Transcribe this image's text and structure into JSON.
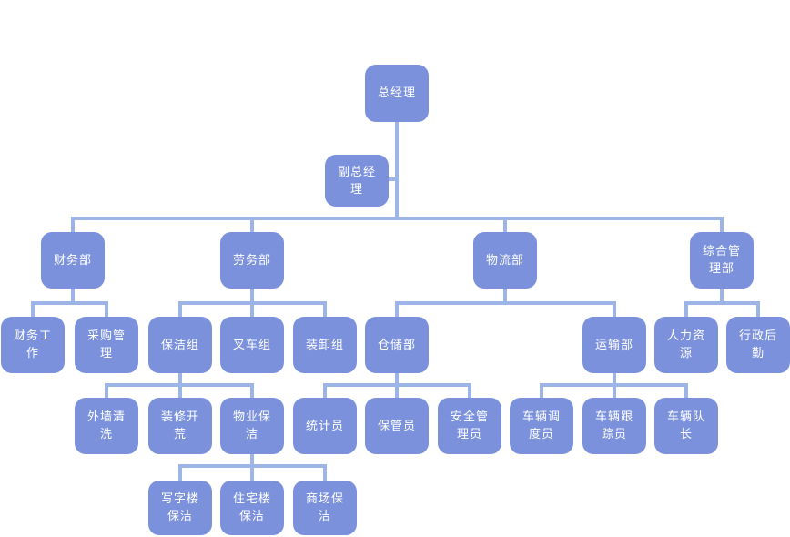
{
  "diagram": {
    "type": "org-chart",
    "colors": {
      "node_fill": "#7b91dc",
      "node_text": "#ffffff",
      "connector": "#9db5e6",
      "background": "#ffffff"
    },
    "nodes": {
      "gm": {
        "label": "总经理",
        "reports_to": null
      },
      "deputy_gm": {
        "label": "副总经\n理",
        "reports_to": "总经理"
      },
      "finance": {
        "label": "财务部",
        "reports_to": "总经理"
      },
      "labor": {
        "label": "劳务部",
        "reports_to": "总经理"
      },
      "logistics": {
        "label": "物流部",
        "reports_to": "总经理"
      },
      "general_mgmt": {
        "label": "综合管\n理部",
        "reports_to": "总经理"
      },
      "finance_work": {
        "label": "财务工\n作",
        "reports_to": "财务部"
      },
      "procurement": {
        "label": "采购管\n理",
        "reports_to": "财务部"
      },
      "cleaning_group": {
        "label": "保洁组",
        "reports_to": "劳务部"
      },
      "forklift_group": {
        "label": "叉车组",
        "reports_to": "劳务部"
      },
      "loading_group": {
        "label": "装卸组",
        "reports_to": "劳务部"
      },
      "warehouse": {
        "label": "仓储部",
        "reports_to": "物流部"
      },
      "transport": {
        "label": "运输部",
        "reports_to": "物流部"
      },
      "hr": {
        "label": "人力资\n源",
        "reports_to": "综合管理部"
      },
      "admin": {
        "label": "行政后\n勤",
        "reports_to": "综合管理部"
      },
      "exterior_wall": {
        "label": "外墙清\n洗",
        "reports_to": "保洁组"
      },
      "renovation": {
        "label": "装修开\n荒",
        "reports_to": "保洁组"
      },
      "property_cleaning": {
        "label": "物业保\n洁",
        "reports_to": "保洁组"
      },
      "statistician": {
        "label": "统计员",
        "reports_to": "仓储部"
      },
      "storekeeper": {
        "label": "保管员",
        "reports_to": "仓储部"
      },
      "safety_manager": {
        "label": "安全管\n理员",
        "reports_to": "仓储部"
      },
      "dispatcher": {
        "label": "车辆调\n度员",
        "reports_to": "运输部"
      },
      "tracker": {
        "label": "车辆跟\n踪员",
        "reports_to": "运输部"
      },
      "fleet_captain": {
        "label": "车辆队\n长",
        "reports_to": "运输部"
      },
      "office_cleaning": {
        "label": "写字楼\n保洁",
        "reports_to": "物业保洁"
      },
      "residential_cleaning": {
        "label": "住宅楼\n保洁",
        "reports_to": "物业保洁"
      },
      "mall_cleaning": {
        "label": "商场保\n洁",
        "reports_to": "物业保洁"
      }
    }
  }
}
